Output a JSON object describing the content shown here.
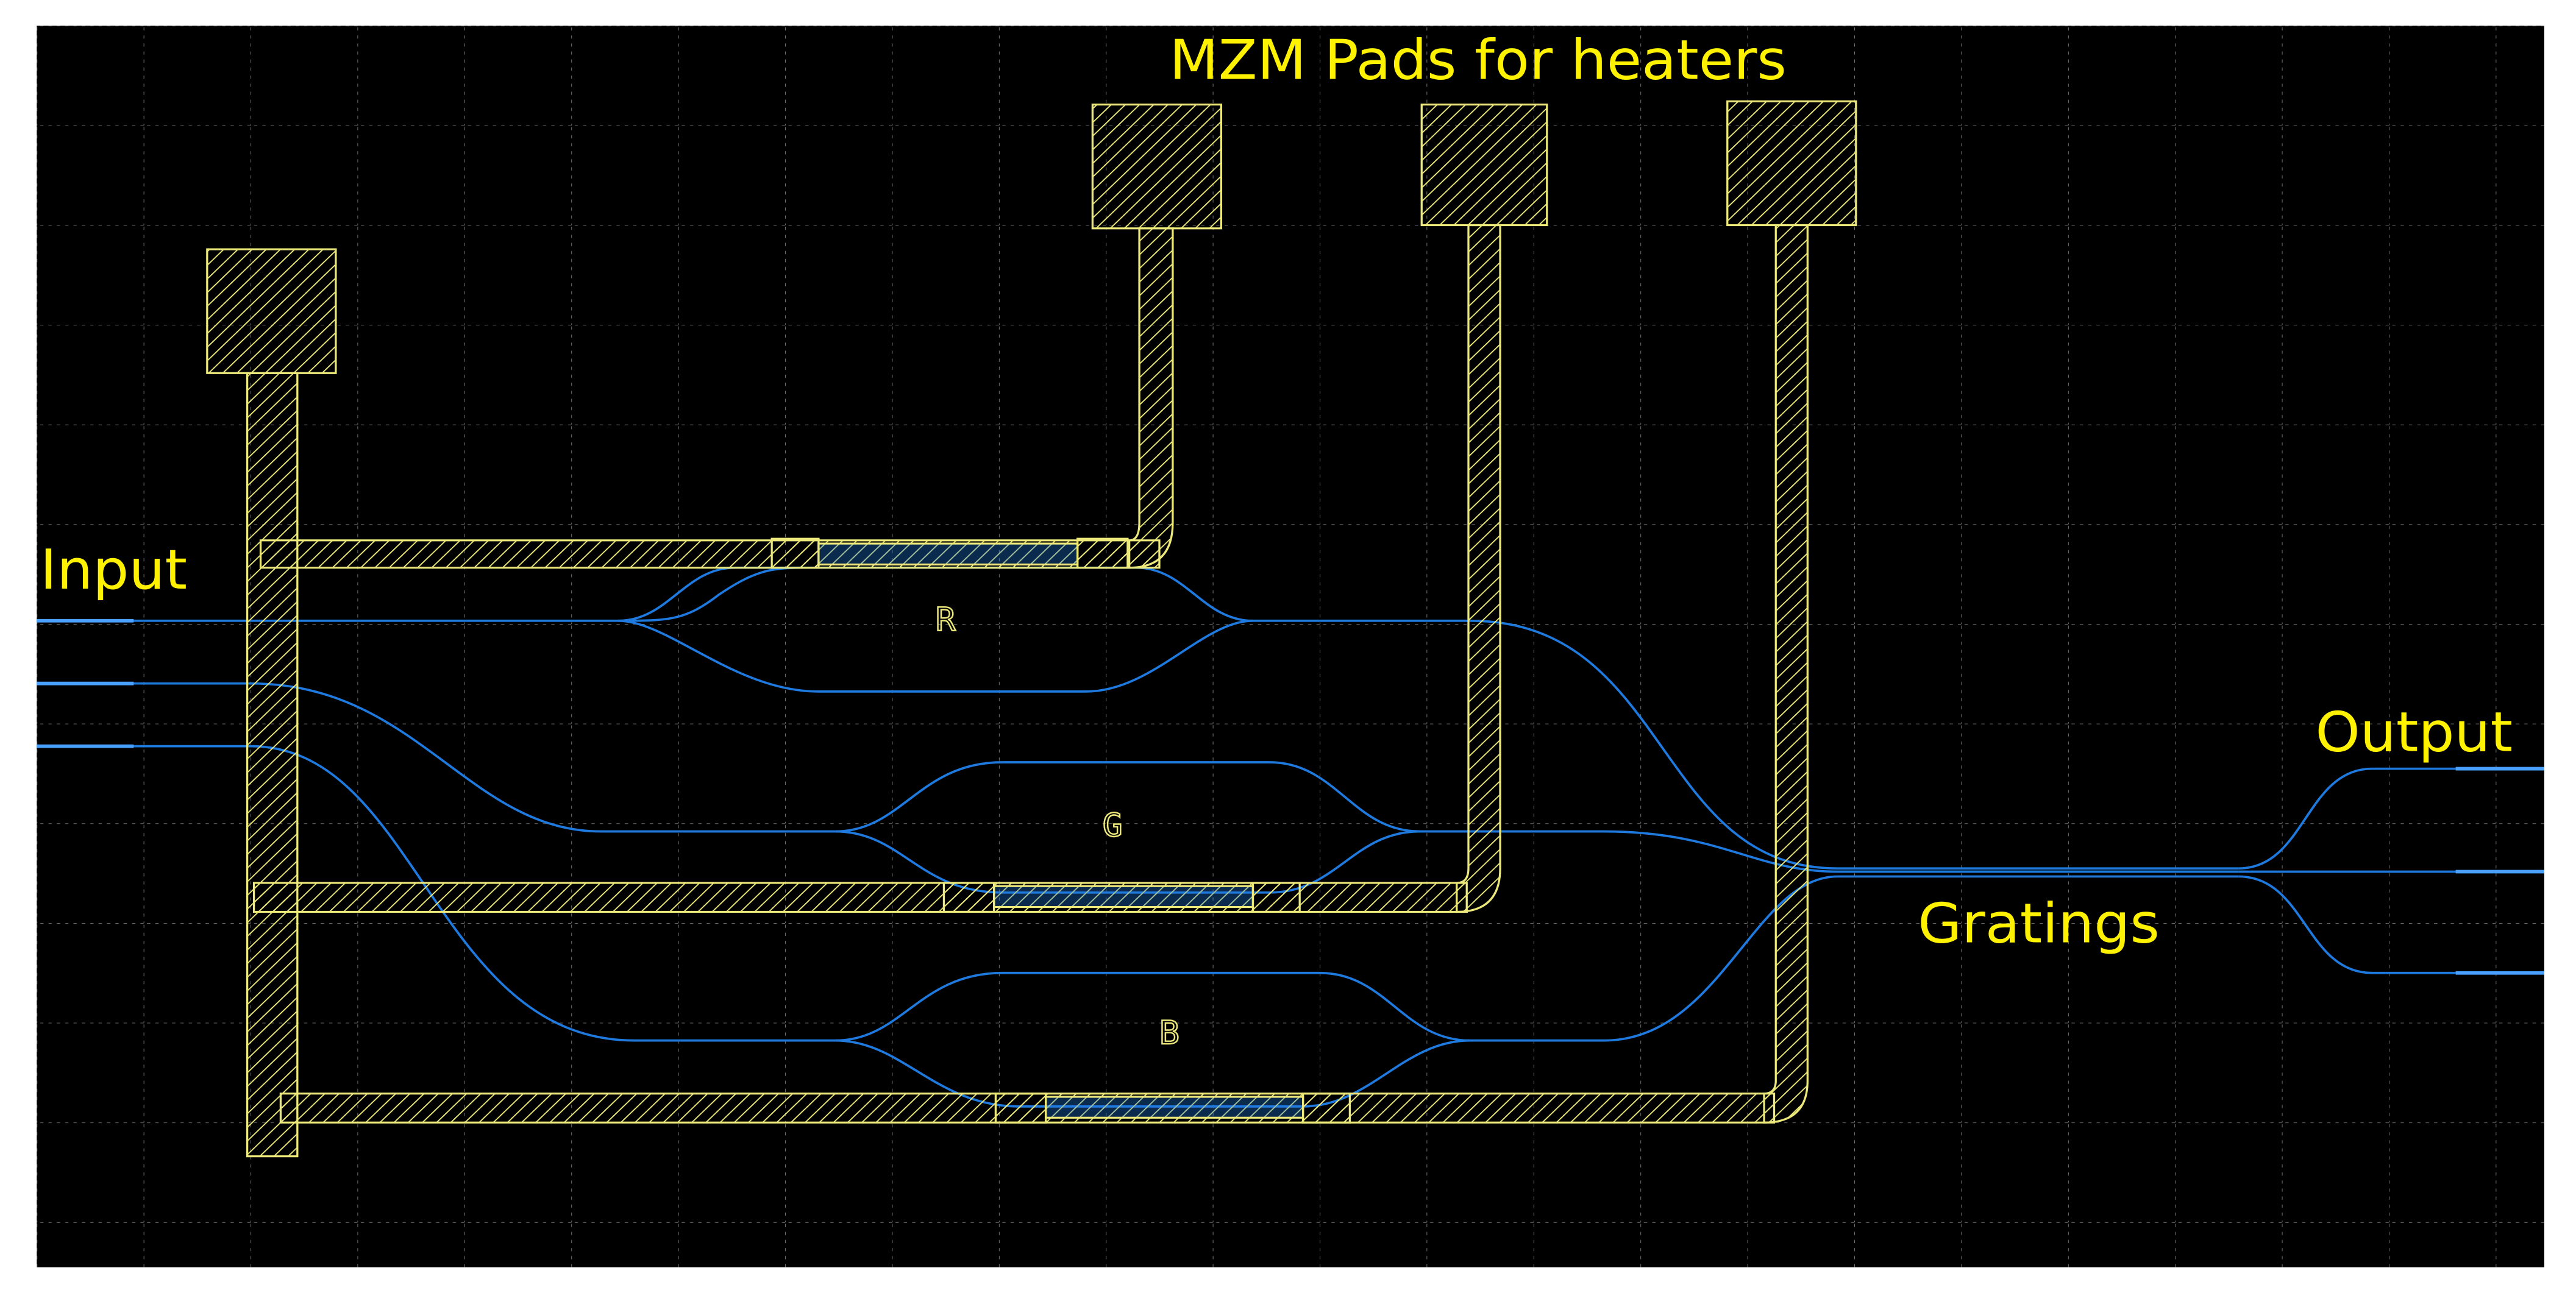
{
  "labels": {
    "pads_title": "MZM Pads for heaters",
    "input": "Input",
    "output": "Output",
    "gratings": "Gratings"
  },
  "mzm": {
    "r": "R",
    "g": "G",
    "b": "B"
  },
  "colors": {
    "background": "#000000",
    "grid": "#8c8c8c",
    "metal": "#ece87a",
    "waveguide": "#1f7ae0",
    "label_text": "#fff200"
  }
}
